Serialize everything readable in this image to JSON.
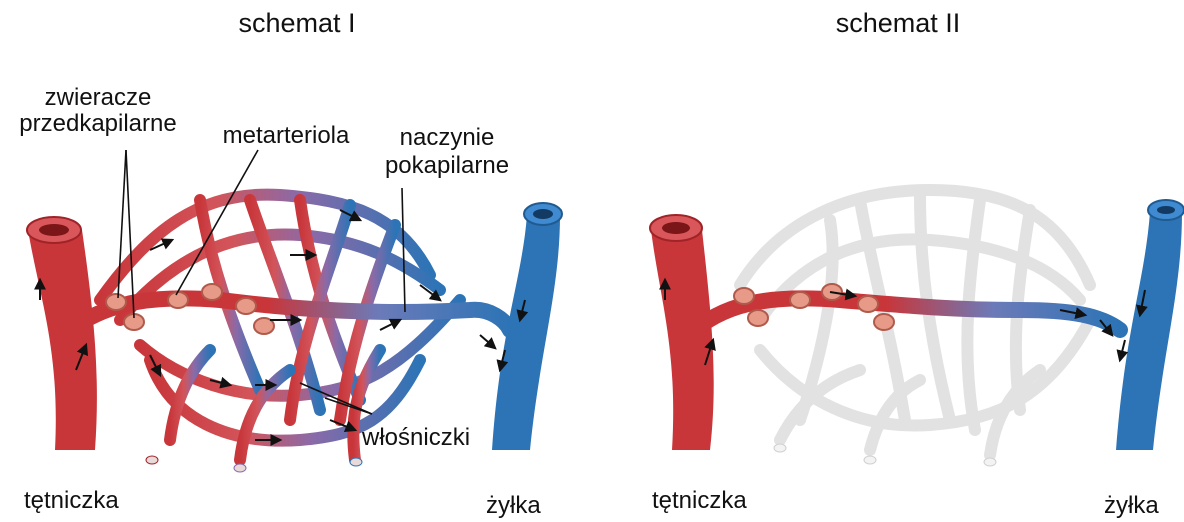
{
  "schema1": {
    "title": "schemat I",
    "labels": {
      "sphincters_line1": "zwieracze",
      "sphincters_line2": "przedkapilarne",
      "metarteriole": "metarteriola",
      "postcap_line1": "naczynie",
      "postcap_line2": "pokapilarne",
      "capillaries": "włośniczki",
      "arteriole": "tętniczka",
      "venule": "żyłka"
    }
  },
  "schema2": {
    "title": "schemat II",
    "labels": {
      "arteriole": "tętniczka",
      "venule": "żyłka"
    }
  },
  "colors": {
    "artery": "#c8363a",
    "vein": "#2c74b6",
    "mixed": "#8a6aa8",
    "inactive": "#e2e2e2",
    "sphincter": "#e89a88"
  }
}
